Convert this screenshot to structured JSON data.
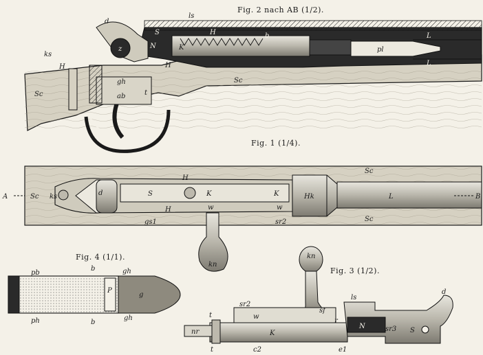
{
  "captions": {
    "fig2": "Fig. 2 nach AB (1/2).",
    "fig1": "Fig. 1 (1/4).",
    "fig4": "Fig. 4 (1/1).",
    "fig3": "Fig. 3 (1/2)."
  },
  "fig2_labels": {
    "ls": "ls",
    "d": "d",
    "S": "S",
    "K": "K",
    "H_top": "H",
    "N": "N",
    "z": "z",
    "b": "b",
    "L_top": "L",
    "L_bot": "L",
    "pl": "pl",
    "ks": "ks",
    "H_left": "H",
    "H_mid": "H",
    "Sc_left": "Sc",
    "Sc_mid": "Sc",
    "ab": "ab",
    "gh": "gh",
    "t": "t"
  },
  "fig1_labels": {
    "A": "A",
    "B": "B",
    "Sc_left": "Sc",
    "ks": "ks",
    "d": "d",
    "S": "S",
    "H_top": "H",
    "H_bot": "H",
    "K_left": "K",
    "K_right": "K",
    "Hk": "Hk",
    "L": "L",
    "Sc_top": "Sc",
    "Sc_bot": "Sc",
    "w_left": "w",
    "w_right": "w",
    "sr_left": "gs1",
    "sr_right": "sr2",
    "kn": "kn"
  },
  "fig4_labels": {
    "pb_top": "pb",
    "pb_bot": "ph",
    "b_top": "b",
    "b_bot": "b",
    "gh_top": "gh",
    "gh_bot": "gh",
    "g": "g",
    "p": "P"
  },
  "fig3_labels": {
    "kn": "kn",
    "sr": "sr2",
    "w": "w",
    "sf": "sf",
    "ls": "ls",
    "d": "d",
    "t_top": "t",
    "t_bot": "t",
    "nr": "nr",
    "K": "K",
    "r": "r",
    "N": "N",
    "S": "S",
    "c": "c2",
    "e": "e1",
    "sr3": "sr3"
  }
}
